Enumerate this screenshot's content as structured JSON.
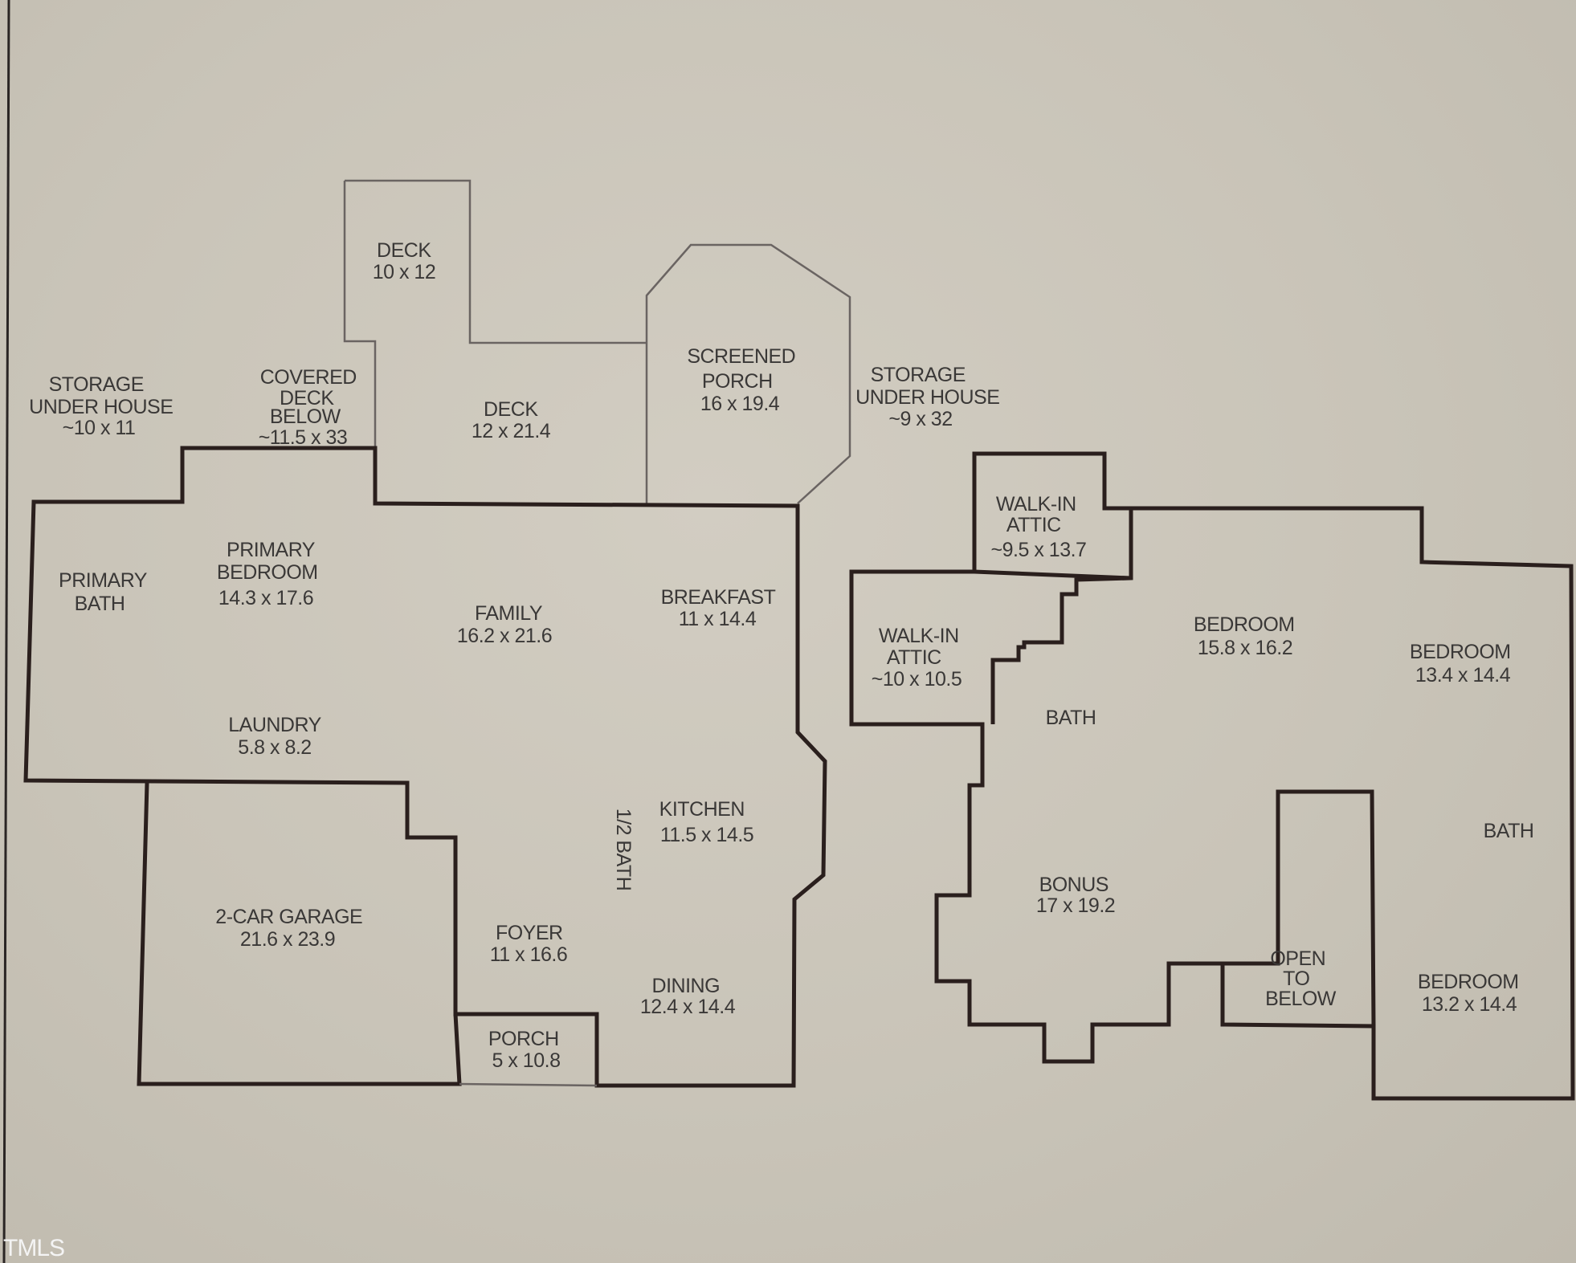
{
  "watermark": "TMLS",
  "rooms": {
    "deck_small": [
      "DECK",
      "10 x 12"
    ],
    "deck_large": [
      "DECK",
      "12 x 21.4"
    ],
    "screened_porch": [
      "SCREENED",
      "PORCH",
      "16 x 19.4"
    ],
    "storage_left": [
      "STORAGE",
      "UNDER HOUSE",
      "~10 x 11"
    ],
    "covered_deck": [
      "COVERED",
      "DECK",
      "BELOW",
      "~11.5 x 33"
    ],
    "storage_right": [
      "STORAGE",
      "UNDER HOUSE",
      "~9 x 32"
    ],
    "primary_bath": [
      "PRIMARY",
      "BATH"
    ],
    "primary_bedroom": [
      "PRIMARY",
      "BEDROOM",
      "14.3 x 17.6"
    ],
    "family": [
      "FAMILY",
      "16.2 x 21.6"
    ],
    "breakfast": [
      "BREAKFAST",
      "11 x 14.4"
    ],
    "laundry": [
      "LAUNDRY",
      "5.8 x 8.2"
    ],
    "kitchen": [
      "KITCHEN",
      "11.5 x 14.5"
    ],
    "half_bath": [
      "1/2 BATH"
    ],
    "garage": [
      "2-CAR GARAGE",
      "21.6 x 23.9"
    ],
    "foyer": [
      "FOYER",
      "11 x 16.6"
    ],
    "dining": [
      "DINING",
      "12.4 x 14.4"
    ],
    "porch": [
      "PORCH",
      "5 x 10.8"
    ],
    "walkin_attic_upper": [
      "WALK-IN",
      "ATTIC",
      "~9.5 x 13.7"
    ],
    "walkin_attic_lower": [
      "WALK-IN",
      "ATTIC",
      "~10 x 10.5"
    ],
    "bedroom_1": [
      "BEDROOM",
      "15.8 x 16.2"
    ],
    "bedroom_2": [
      "BEDROOM",
      "13.4 x 14.4"
    ],
    "bath_upper": [
      "BATH"
    ],
    "bath_right": [
      "BATH"
    ],
    "bonus": [
      "BONUS",
      "17 x 19.2"
    ],
    "open_to_below": [
      "OPEN",
      "TO",
      "BELOW"
    ],
    "bedroom_3": [
      "BEDROOM",
      "13.2 x 14.4"
    ]
  }
}
